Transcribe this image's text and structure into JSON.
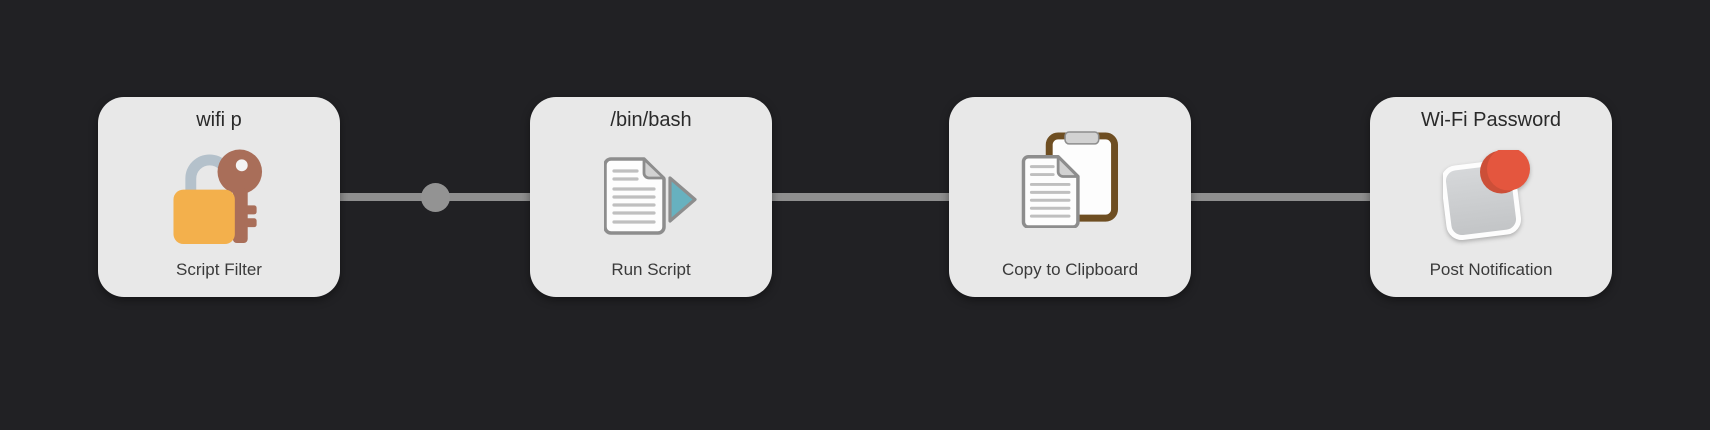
{
  "workflow": {
    "nodes": [
      {
        "id": "script-filter",
        "title": "wifi p",
        "label": "Script Filter",
        "icon": "lock-key-icon"
      },
      {
        "id": "run-script",
        "title": "/bin/bash",
        "label": "Run Script",
        "icon": "script-document-icon"
      },
      {
        "id": "copy-to-clipboard",
        "title": "",
        "label": "Copy to Clipboard",
        "icon": "clipboard-icon"
      },
      {
        "id": "post-notification",
        "title": "Wi-Fi Password",
        "label": "Post Notification",
        "icon": "notification-icon"
      }
    ],
    "connections": [
      {
        "from": "Script Filter",
        "to": "Run Script",
        "has_midpoint_dot": true
      },
      {
        "from": "Run Script",
        "to": "Copy to Clipboard",
        "has_midpoint_dot": false
      },
      {
        "from": "Copy to Clipboard",
        "to": "Post Notification",
        "has_midpoint_dot": false
      }
    ],
    "colors": {
      "canvas_background": "#212124",
      "node_background": "#e8e8e8",
      "connector": "#8f8f8f",
      "title_text": "#2a2a2a",
      "label_text": "#3a3a3a",
      "lock_body": "#f3b04c",
      "lock_shackle": "#b4c1cb",
      "key": "#a96e59",
      "play_triangle": "#67b1bf",
      "clipboard_frame": "#6e4e22",
      "notification_badge": "#e4563e"
    }
  }
}
